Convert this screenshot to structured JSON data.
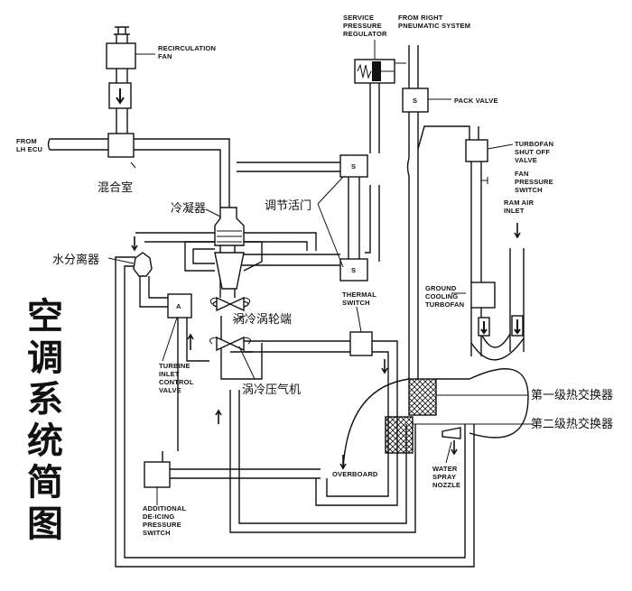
{
  "title": [
    "空",
    "调",
    "系",
    "统",
    "简",
    "图"
  ],
  "components": {
    "recirc_fan": [
      "RECIRCULATION",
      "FAN"
    ],
    "from_lh_ecu": [
      "FROM",
      "LH ECU"
    ],
    "mixing_chamber": "混合室",
    "service_reg": [
      "SERVICE",
      "PRESSURE",
      "REGULATOR"
    ],
    "from_right": [
      "FROM RIGHT",
      "PNEUMATIC SYSTEM"
    ],
    "pack_valve": "PACK VALVE",
    "pack_valve_letter": "S",
    "turbofan_shutoff": [
      "TURBOFAN",
      "SHUT OFF",
      "VALVE"
    ],
    "fan_pressure_switch": [
      "FAN",
      "PRESSURE",
      "SWITCH"
    ],
    "ram_air_inlet": [
      "RAM AIR",
      "INLET"
    ],
    "condenser": "冷凝器",
    "control_valve": "调节活门",
    "valve_s_upper": "S",
    "valve_s_lower": "S",
    "water_separator": "水分离器",
    "thermal_switch": [
      "THERMAL",
      "SWITCH"
    ],
    "ground_cooling_turbofan": [
      "GROUND",
      "COOLING",
      "TURBOFAN"
    ],
    "turbine_inlet_valve_letter": "A",
    "turbine_inlet_valve": [
      "TURBINE",
      "INLET",
      "CONTROL",
      "VALVE"
    ],
    "turbine_end": "涡冷涡轮端",
    "compressor": "涡冷压气机",
    "primary_hx": "第一级热交换器",
    "secondary_hx": "第二级热交换器",
    "overboard": "OVERBOARD",
    "water_spray_nozzle": [
      "WATER",
      "SPRAY",
      "NOZZLE"
    ],
    "deicing_switch": [
      "ADDITIONAL",
      "DE-ICING",
      "PRESSURE",
      "SWITCH"
    ]
  }
}
